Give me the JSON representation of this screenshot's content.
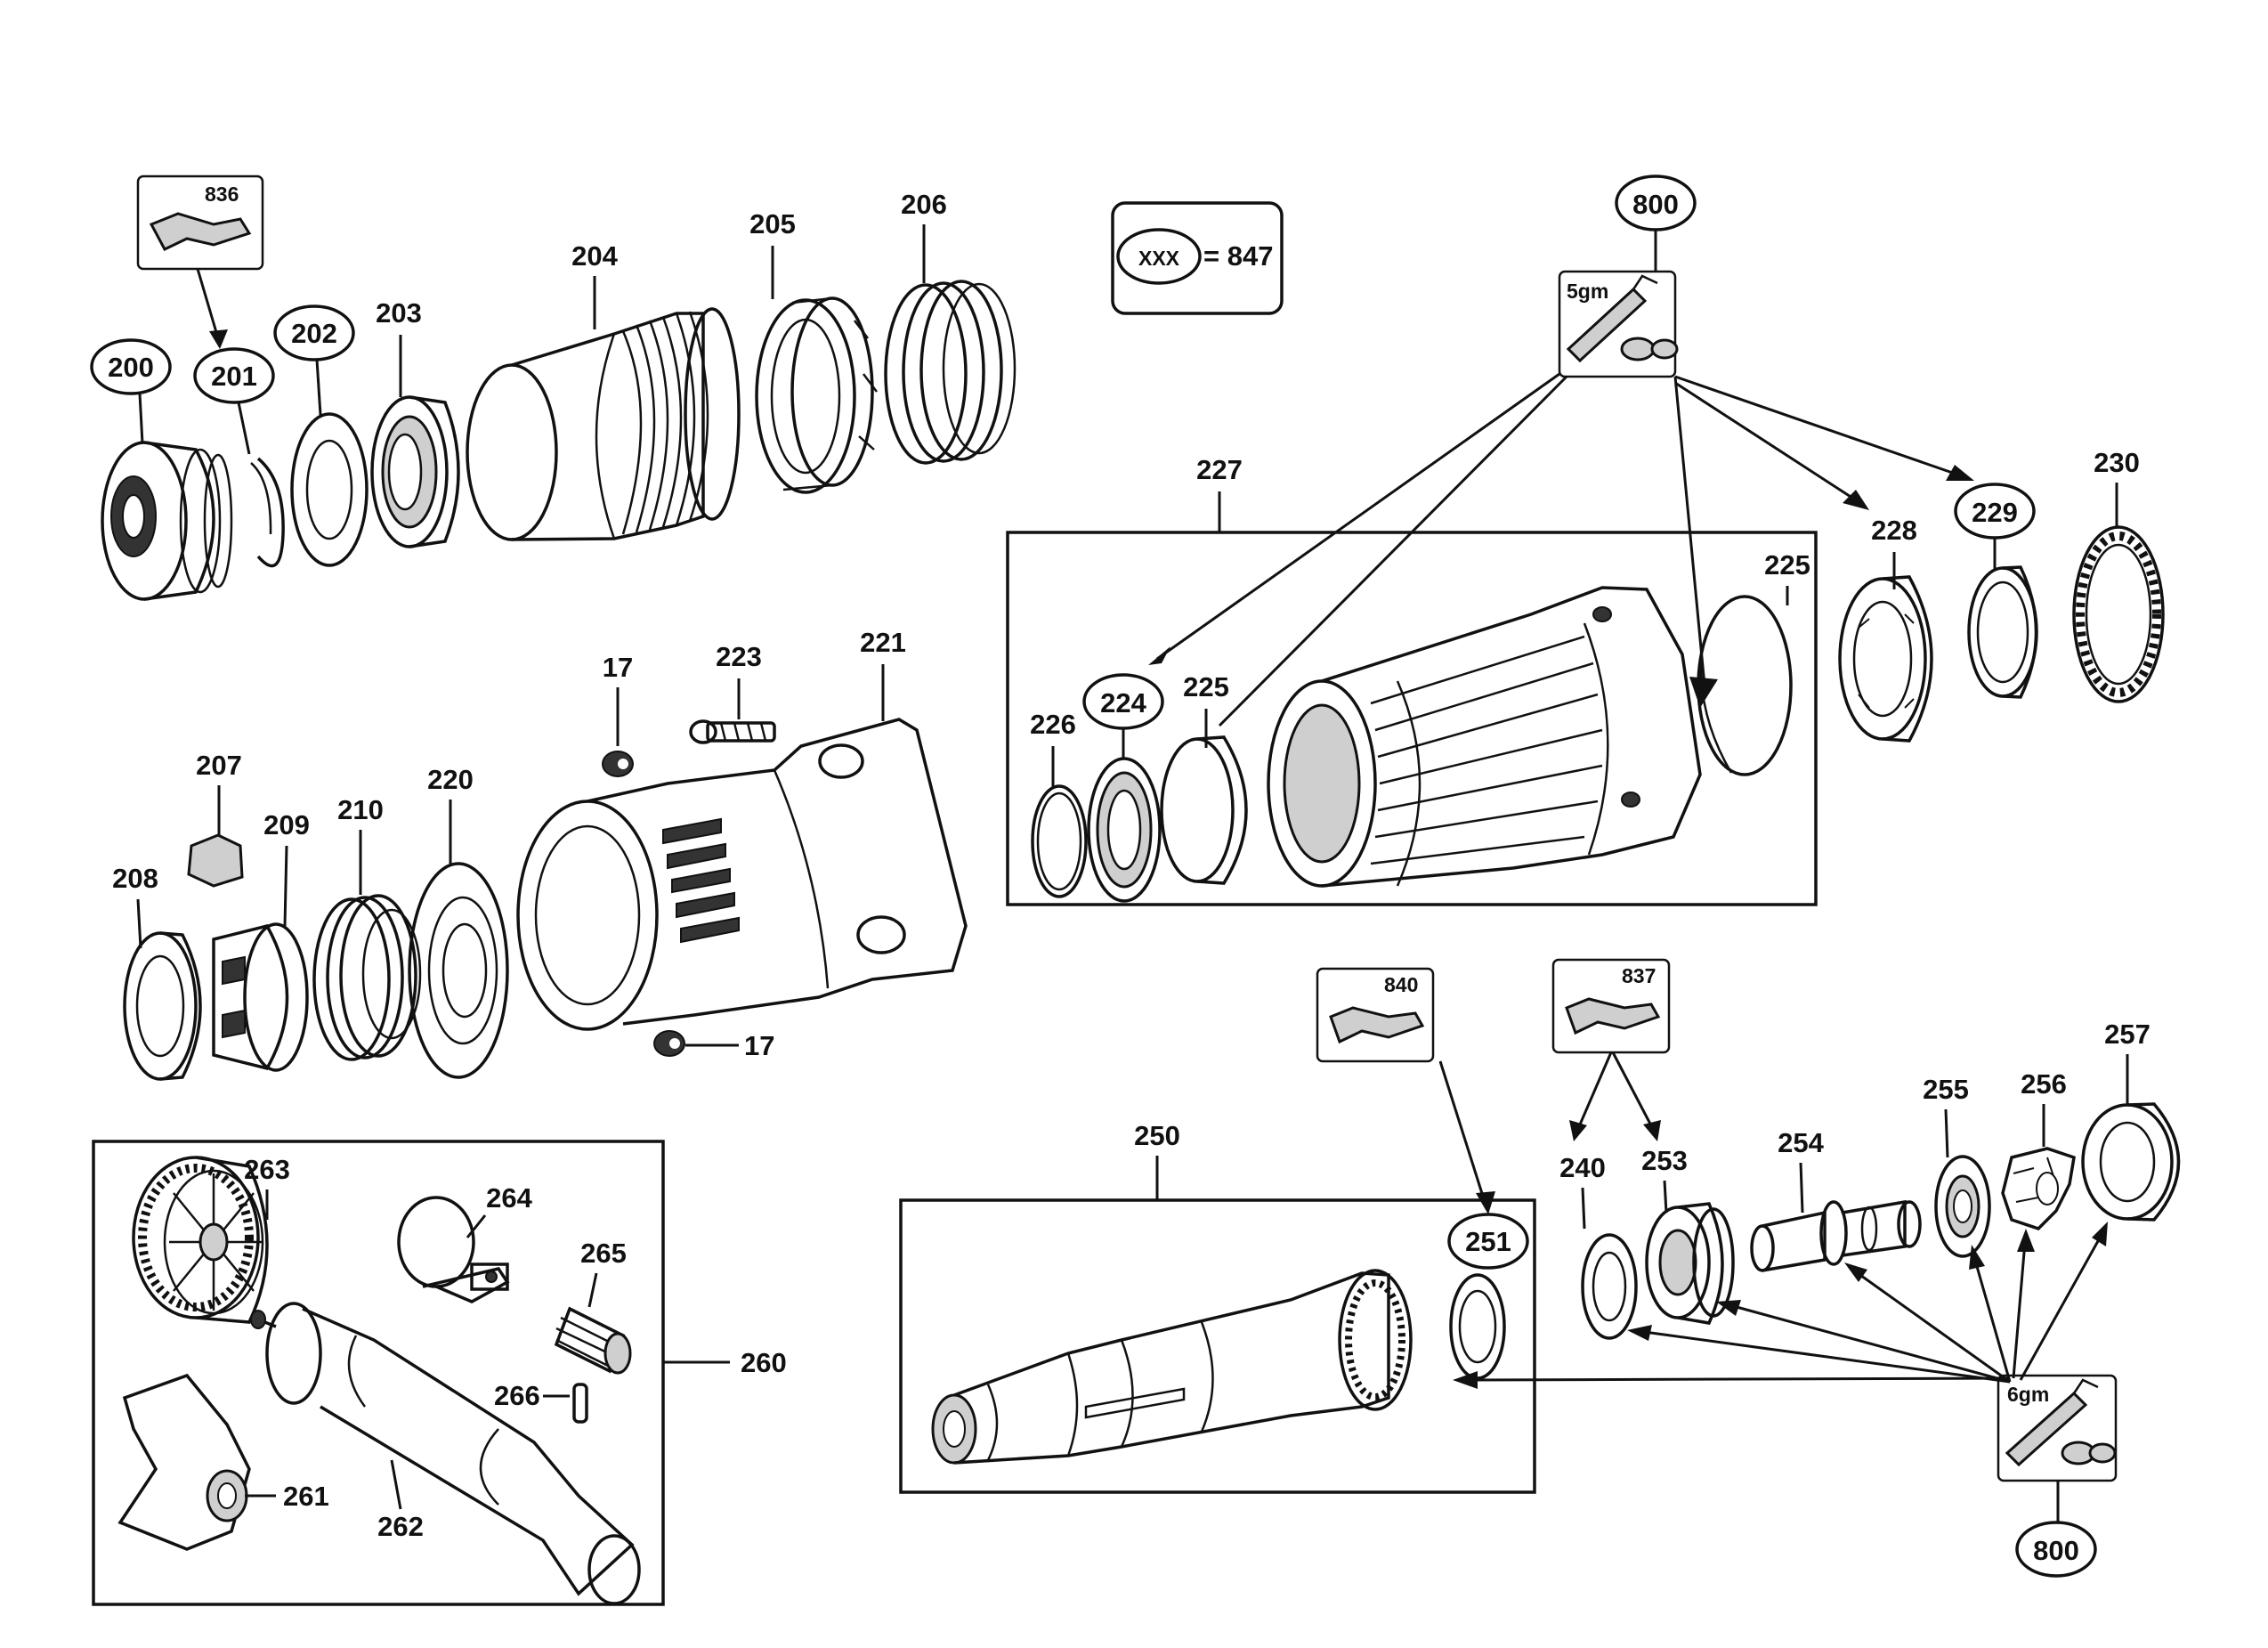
{
  "legend": {
    "label": "XXX",
    "equals": "= 847"
  },
  "callouts": {
    "c17a": "17",
    "c17b": "17",
    "c200": "200",
    "c201": "201",
    "c202": "202",
    "c203": "203",
    "c204": "204",
    "c205": "205",
    "c206": "206",
    "c207": "207",
    "c208": "208",
    "c209": "209",
    "c210": "210",
    "c220": "220",
    "c221": "221",
    "c223": "223",
    "c224": "224",
    "c225a": "225",
    "c225b": "225",
    "c226": "226",
    "c227": "227",
    "c228": "228",
    "c229": "229",
    "c230": "230",
    "c240": "240",
    "c250": "250",
    "c251": "251",
    "c253": "253",
    "c254": "254",
    "c255": "255",
    "c256": "256",
    "c257": "257",
    "c260": "260",
    "c261": "261",
    "c262": "262",
    "c263": "263",
    "c264": "264",
    "c265": "265",
    "c266": "266",
    "c800a": "800",
    "c800b": "800"
  },
  "kits": {
    "k836": "836",
    "k840": "840",
    "k837": "837"
  },
  "grease": {
    "g5": "5gm",
    "g6": "6gm"
  },
  "icons": [
    "grease-tube-icon",
    "kit-clip-icon"
  ]
}
